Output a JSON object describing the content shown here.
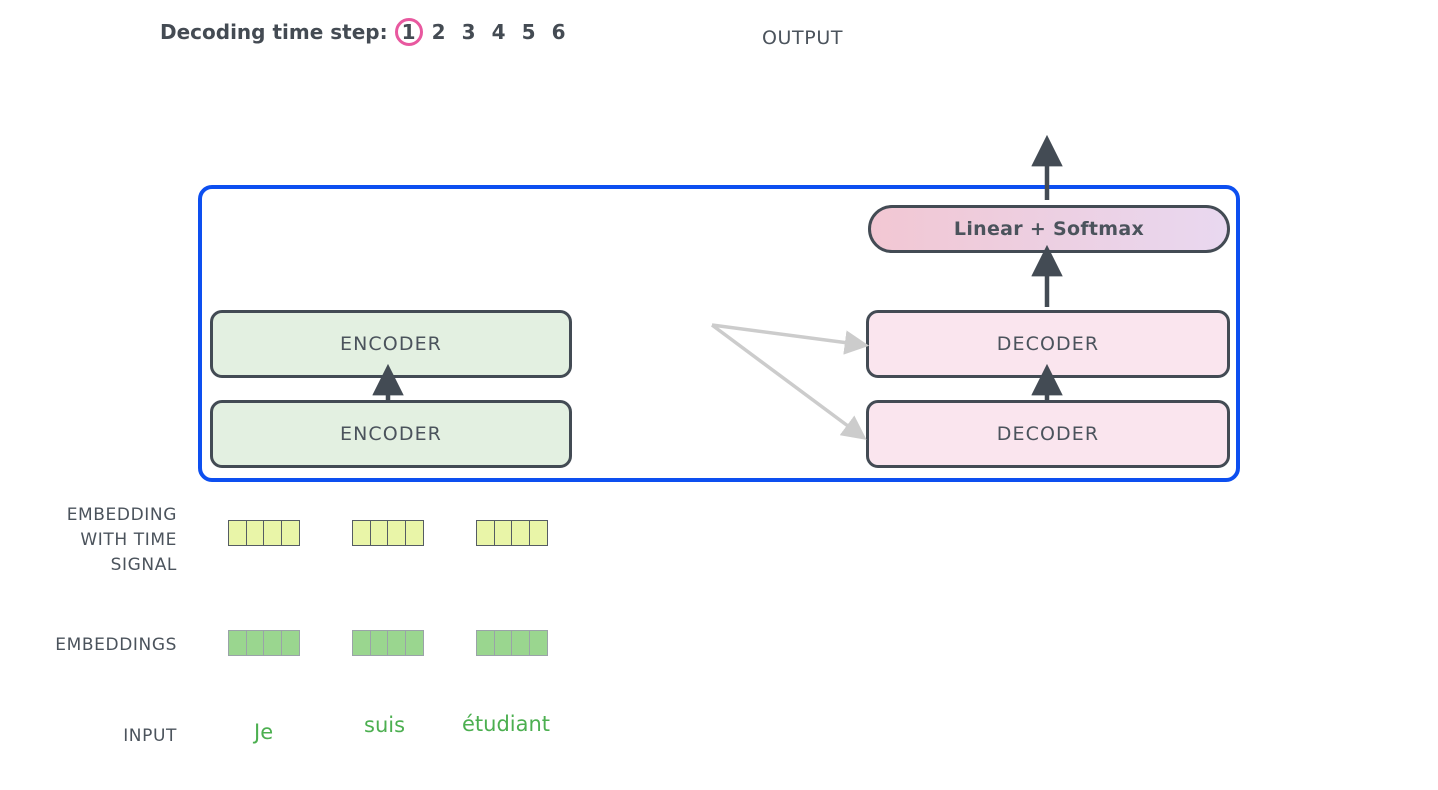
{
  "header": {
    "timestep_label": "Decoding time step:",
    "timesteps": [
      "1",
      "2",
      "3",
      "4",
      "5",
      "6"
    ],
    "active_timestep": "1",
    "active_circle_color": "#e8589f",
    "output_label": "OUTPUT"
  },
  "model": {
    "container_border_color": "#0d4ff0",
    "linear_softmax_label": "Linear + Softmax",
    "linear_softmax_gradient_from": "#f2c7d3",
    "linear_softmax_gradient_to": "#e9d8f0",
    "encoder_label": "ENCODER",
    "decoder_label": "DECODER",
    "encoder_count": 2,
    "decoder_count": 2,
    "encoder_color": "#e3f0e1",
    "decoder_color": "#fae5ee",
    "block_border_color": "#434b54",
    "arrow_color": "#434b54",
    "cross_attention_arrow_color": "#cccccc"
  },
  "rows": {
    "embedding_time_label": [
      "EMBEDDING",
      "WITH TIME",
      "SIGNAL"
    ],
    "embeddings_label": "EMBEDDINGS",
    "input_label": "INPUT"
  },
  "vectors": {
    "cells_per_vector": 4,
    "time_signal_color": "#e9f5a8",
    "embedding_color": "#9ad68f",
    "time_signal_vectors": [
      [
        null,
        null,
        null,
        null
      ],
      [
        null,
        null,
        null,
        null
      ],
      [
        null,
        null,
        null,
        null
      ]
    ],
    "embedding_vectors": [
      [
        null,
        null,
        null,
        null
      ],
      [
        null,
        null,
        null,
        null
      ],
      [
        null,
        null,
        null,
        null
      ]
    ]
  },
  "input": {
    "words": [
      "Je",
      "suis",
      "étudiant"
    ],
    "word_color": "#4caf50"
  }
}
